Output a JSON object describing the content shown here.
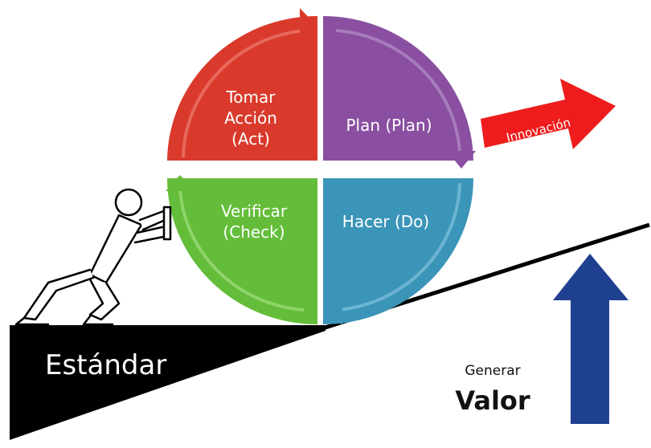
{
  "cycle": {
    "act": {
      "lines": [
        "Tomar",
        "Acción",
        "(Act)"
      ],
      "color": "#d93a2b"
    },
    "plan": {
      "lines": [
        "Plan (Plan)"
      ],
      "color": "#8a4fa0"
    },
    "do": {
      "lines": [
        "Hacer (Do)"
      ],
      "color": "#3b95b8"
    },
    "check": {
      "lines": [
        "Verificar",
        "(Check)"
      ],
      "color": "#64bd3a"
    }
  },
  "innovation": {
    "label": "Innovación",
    "color": "#ee1c1c"
  },
  "standard": {
    "label": "Estándar",
    "color": "#000000"
  },
  "value": {
    "verb": "Generar",
    "noun": "Valor",
    "arrow_color": "#1f3f8f"
  },
  "person_icon": "pushing-person-icon"
}
